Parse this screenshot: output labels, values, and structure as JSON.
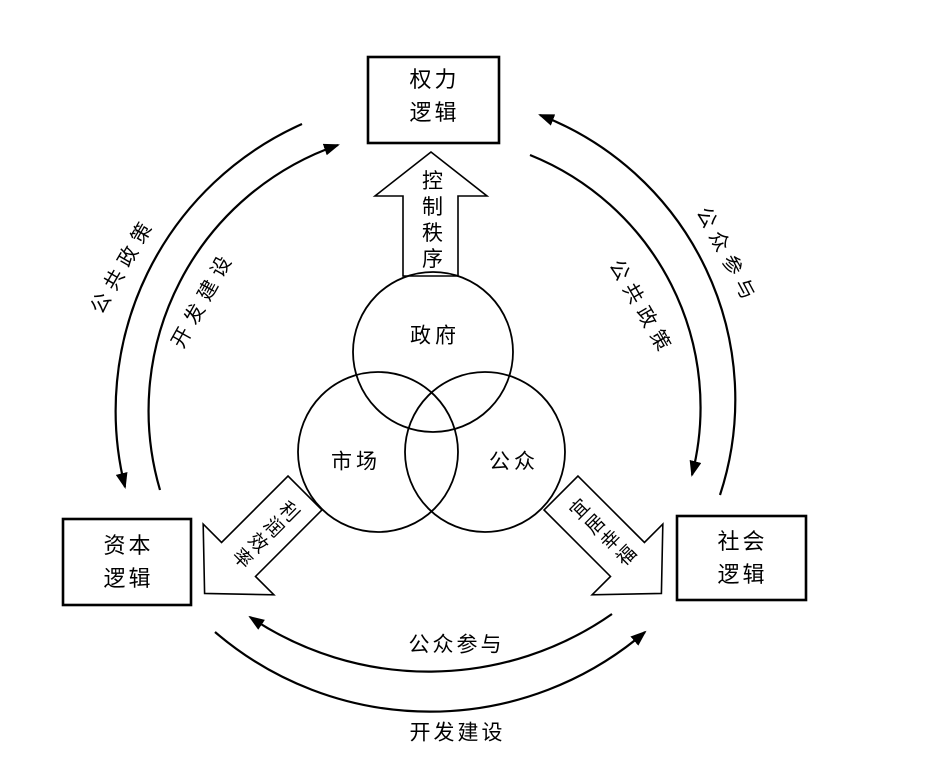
{
  "nodes": {
    "power_logic": {
      "line1": "权力",
      "line2": "逻辑"
    },
    "capital_logic": {
      "line1": "资本",
      "line2": "逻辑"
    },
    "social_logic": {
      "line1": "社会",
      "line2": "逻辑"
    }
  },
  "venn": {
    "government": "政府",
    "market": "市场",
    "public": "公众"
  },
  "block_arrows": {
    "up": "控制秩序",
    "down_left": "利润效率",
    "down_right": "宜居幸福"
  },
  "flows": {
    "power_to_capital": "公共政策",
    "capital_to_power": "开发建设",
    "social_to_power": "公众参与",
    "power_to_social": "公共政策",
    "social_to_capital": "公众参与",
    "capital_to_social": "开发建设"
  }
}
